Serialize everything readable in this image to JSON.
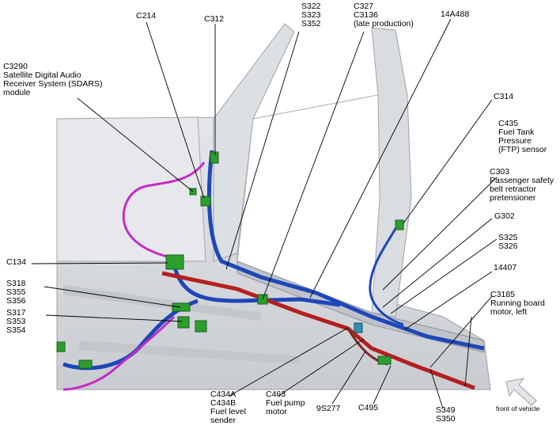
{
  "labels": {
    "c214": "C214",
    "c312": "C312",
    "s322": "S322\nS323\nS352",
    "c327": "C327\nC3136\n(late production)",
    "n14a488": "14A488",
    "c3290": "C3290\nSatellite Digital Audio\nReceiver System (SDARS)\nmodule",
    "c314": "C314",
    "c435": "C435\nFuel Tank\nPressure\n(FTP) sensor",
    "c303": "C303\nPassenger safety\nbelt retractor\npretensioner",
    "g302": "G302",
    "s325": "S325\nS326",
    "c134": "C134",
    "n14407": "14407",
    "s318": "S318\nS355\nS356",
    "c3185": "C3185\nRunning board\nmotor, left",
    "s317": "S317\nS353\nS354",
    "c434": "C434A\nC434B\nFuel level\nsender",
    "c463": "C463\nFuel pump\nmotor",
    "n9s277": "9S277",
    "c495": "C495",
    "s349": "S349\nS350",
    "front": "front of vehicle"
  },
  "colors": {
    "harness_blue": "#1d47b8",
    "harness_red": "#b51f1f",
    "harness_purple": "#c52bc5",
    "connector_green": "#2d9e2d",
    "body_gray": "#d6d8dc"
  }
}
